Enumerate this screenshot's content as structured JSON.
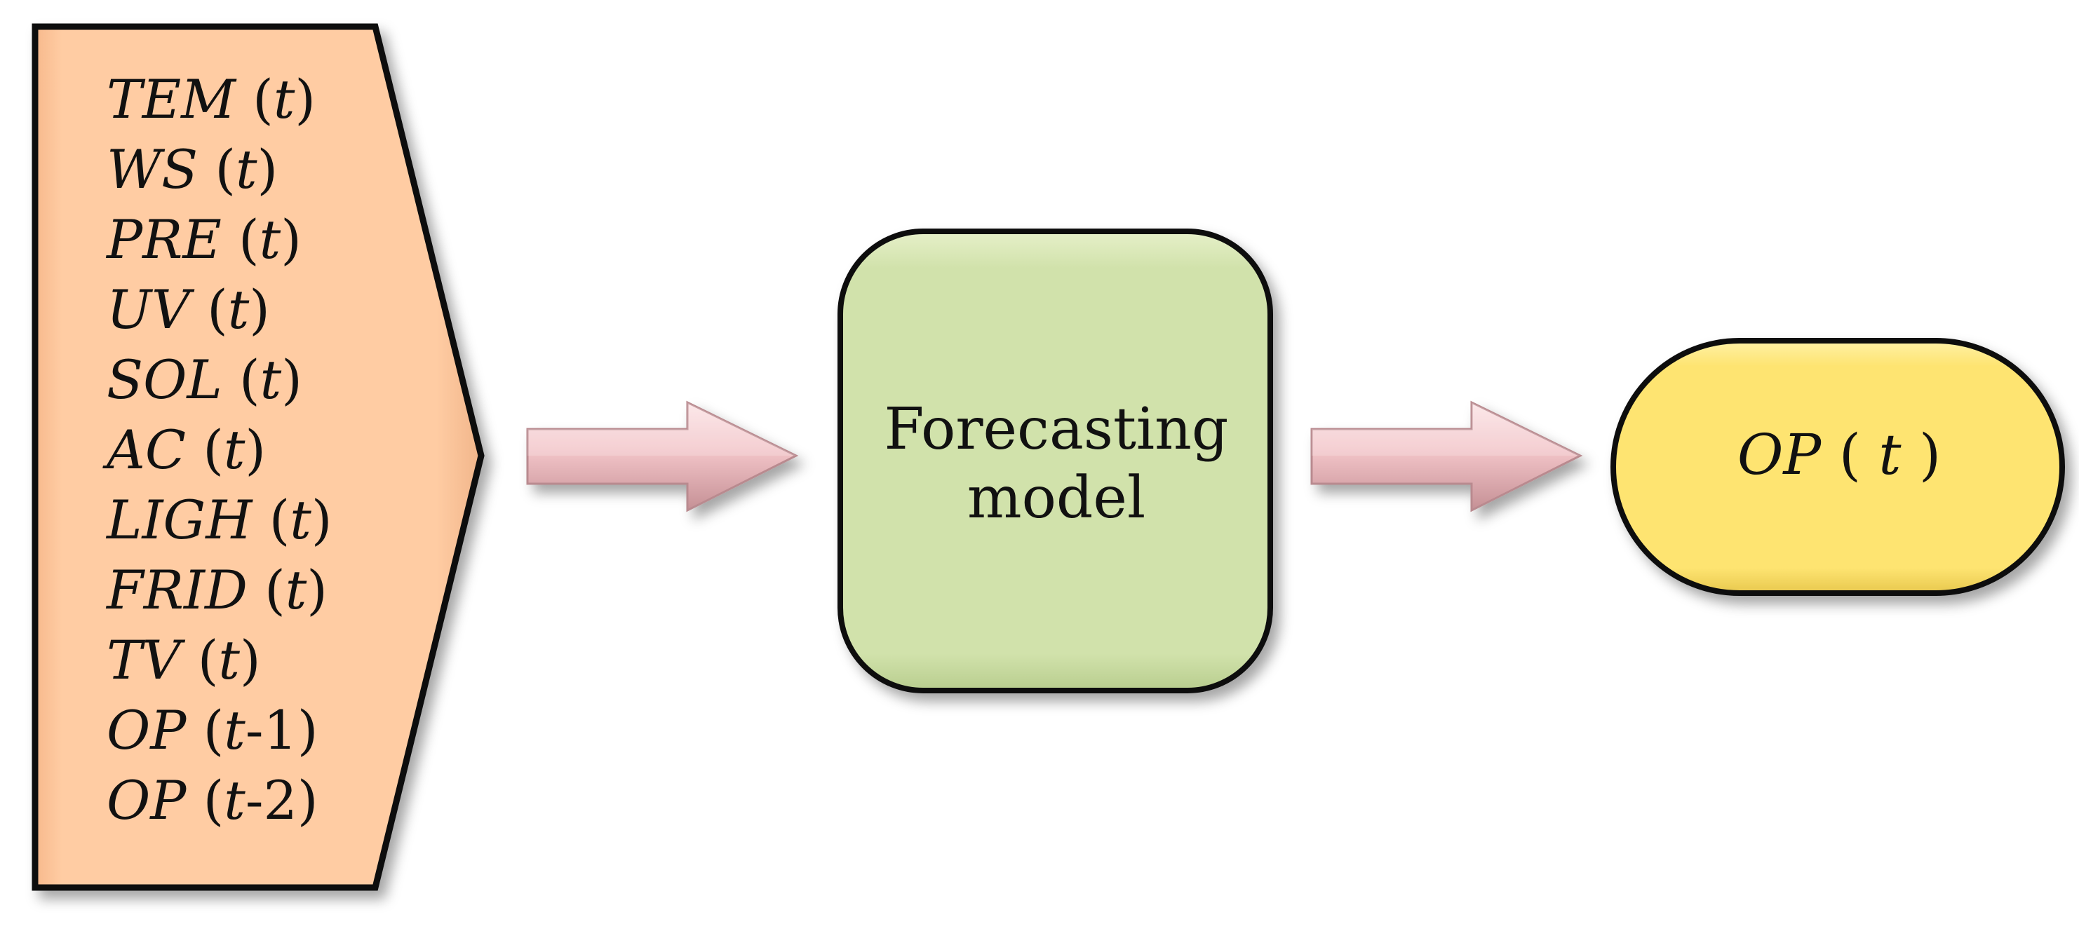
{
  "inputs": {
    "variables": [
      {
        "name": "TEM",
        "arg": "t",
        "offset": ""
      },
      {
        "name": "WS",
        "arg": "t",
        "offset": ""
      },
      {
        "name": "PRE",
        "arg": "t",
        "offset": ""
      },
      {
        "name": "UV",
        "arg": "t",
        "offset": ""
      },
      {
        "name": "SOL",
        "arg": "t",
        "offset": ""
      },
      {
        "name": "AC",
        "arg": "t",
        "offset": ""
      },
      {
        "name": "LIGH",
        "arg": "t",
        "offset": ""
      },
      {
        "name": "FRID",
        "arg": "t",
        "offset": ""
      },
      {
        "name": "TV",
        "arg": "t",
        "offset": ""
      },
      {
        "name": "OP",
        "arg": "t",
        "offset": "-1"
      },
      {
        "name": "OP",
        "arg": "t",
        "offset": "-2"
      }
    ],
    "fill_color": "#FFCCA3",
    "border_color": "#111111"
  },
  "model": {
    "line1": "Forecasting",
    "line2": "model",
    "fill_color": "#D1E2AB"
  },
  "output": {
    "name": "OP",
    "arg": "t",
    "offset": "",
    "fill_color": "#FEE471"
  },
  "arrows": {
    "fill_color": "#F2C4C8",
    "shade_color": "#C59095"
  }
}
